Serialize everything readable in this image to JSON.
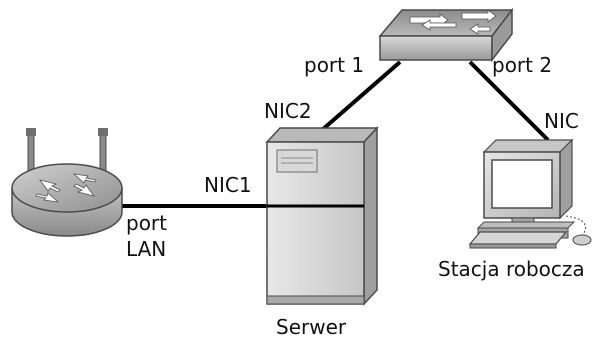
{
  "labels": {
    "port1": "port 1",
    "port2": "port 2",
    "nic2": "NIC2",
    "nic1": "NIC1",
    "nic": "NIC",
    "port_lan_line1": "port",
    "port_lan_line2": "LAN",
    "server": "Serwer",
    "workstation": "Stacja robocza"
  },
  "colors": {
    "cable": "#000000",
    "device_light": "#e3e3e3",
    "device_mid": "#a5a5a5",
    "device_dark": "#6e6e6e",
    "outline": "#4a4a4a"
  },
  "icons": {
    "switch": "network-switch-icon",
    "router": "wireless-router-icon",
    "server": "server-tower-icon",
    "workstation": "desktop-computer-icon"
  }
}
